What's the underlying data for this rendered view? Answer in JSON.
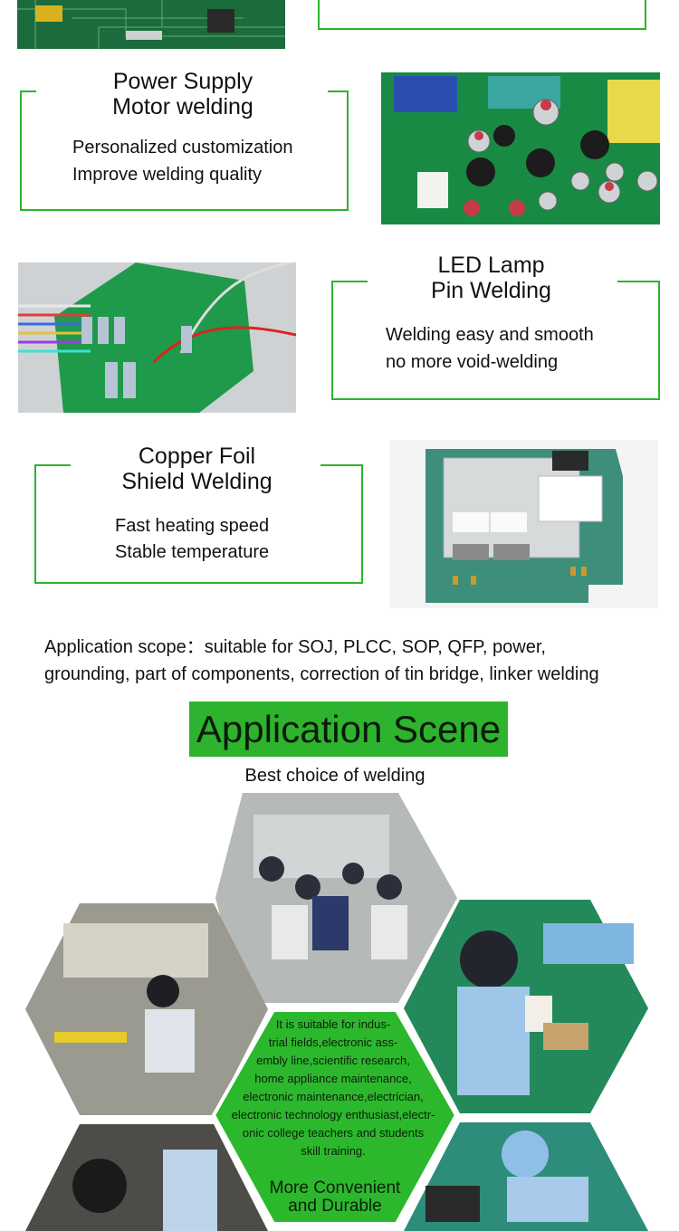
{
  "features": [
    {
      "title_line1": "Power Supply",
      "title_line2": "Motor welding",
      "line1": "Personalized customization",
      "line2": "Improve welding quality"
    },
    {
      "title_line1": "LED Lamp",
      "title_line2": "Pin Welding",
      "line1": "Welding easy and smooth",
      "line2": "no more void-welding"
    },
    {
      "title_line1": "Copper Foil",
      "title_line2": "Shield Welding",
      "line1": "Fast heating speed",
      "line2": "Stable temperature"
    }
  ],
  "application_scope": {
    "line1": "Application scope：suitable for SOJ, PLCC, SOP, QFP, power,",
    "line2": "grounding, part of components, correction of tin bridge, linker welding"
  },
  "scene": {
    "title": "Application Scene",
    "subtitle": "Best choice of welding",
    "center_text": [
      "It is suitable for indus-",
      "trial fields,electronic ass-",
      "embly line,scientific research,",
      "home appliance maintenance,",
      "electronic maintenance,electrician,",
      "electronic technology enthusiast,electr-",
      "onic college teachers and students",
      "skill training."
    ],
    "caption_line1": "More Convenient",
    "caption_line2": "and Durable"
  },
  "colors": {
    "accent": "#2db32d",
    "pcb_green": "#1f8a3a",
    "text": "#111111"
  }
}
